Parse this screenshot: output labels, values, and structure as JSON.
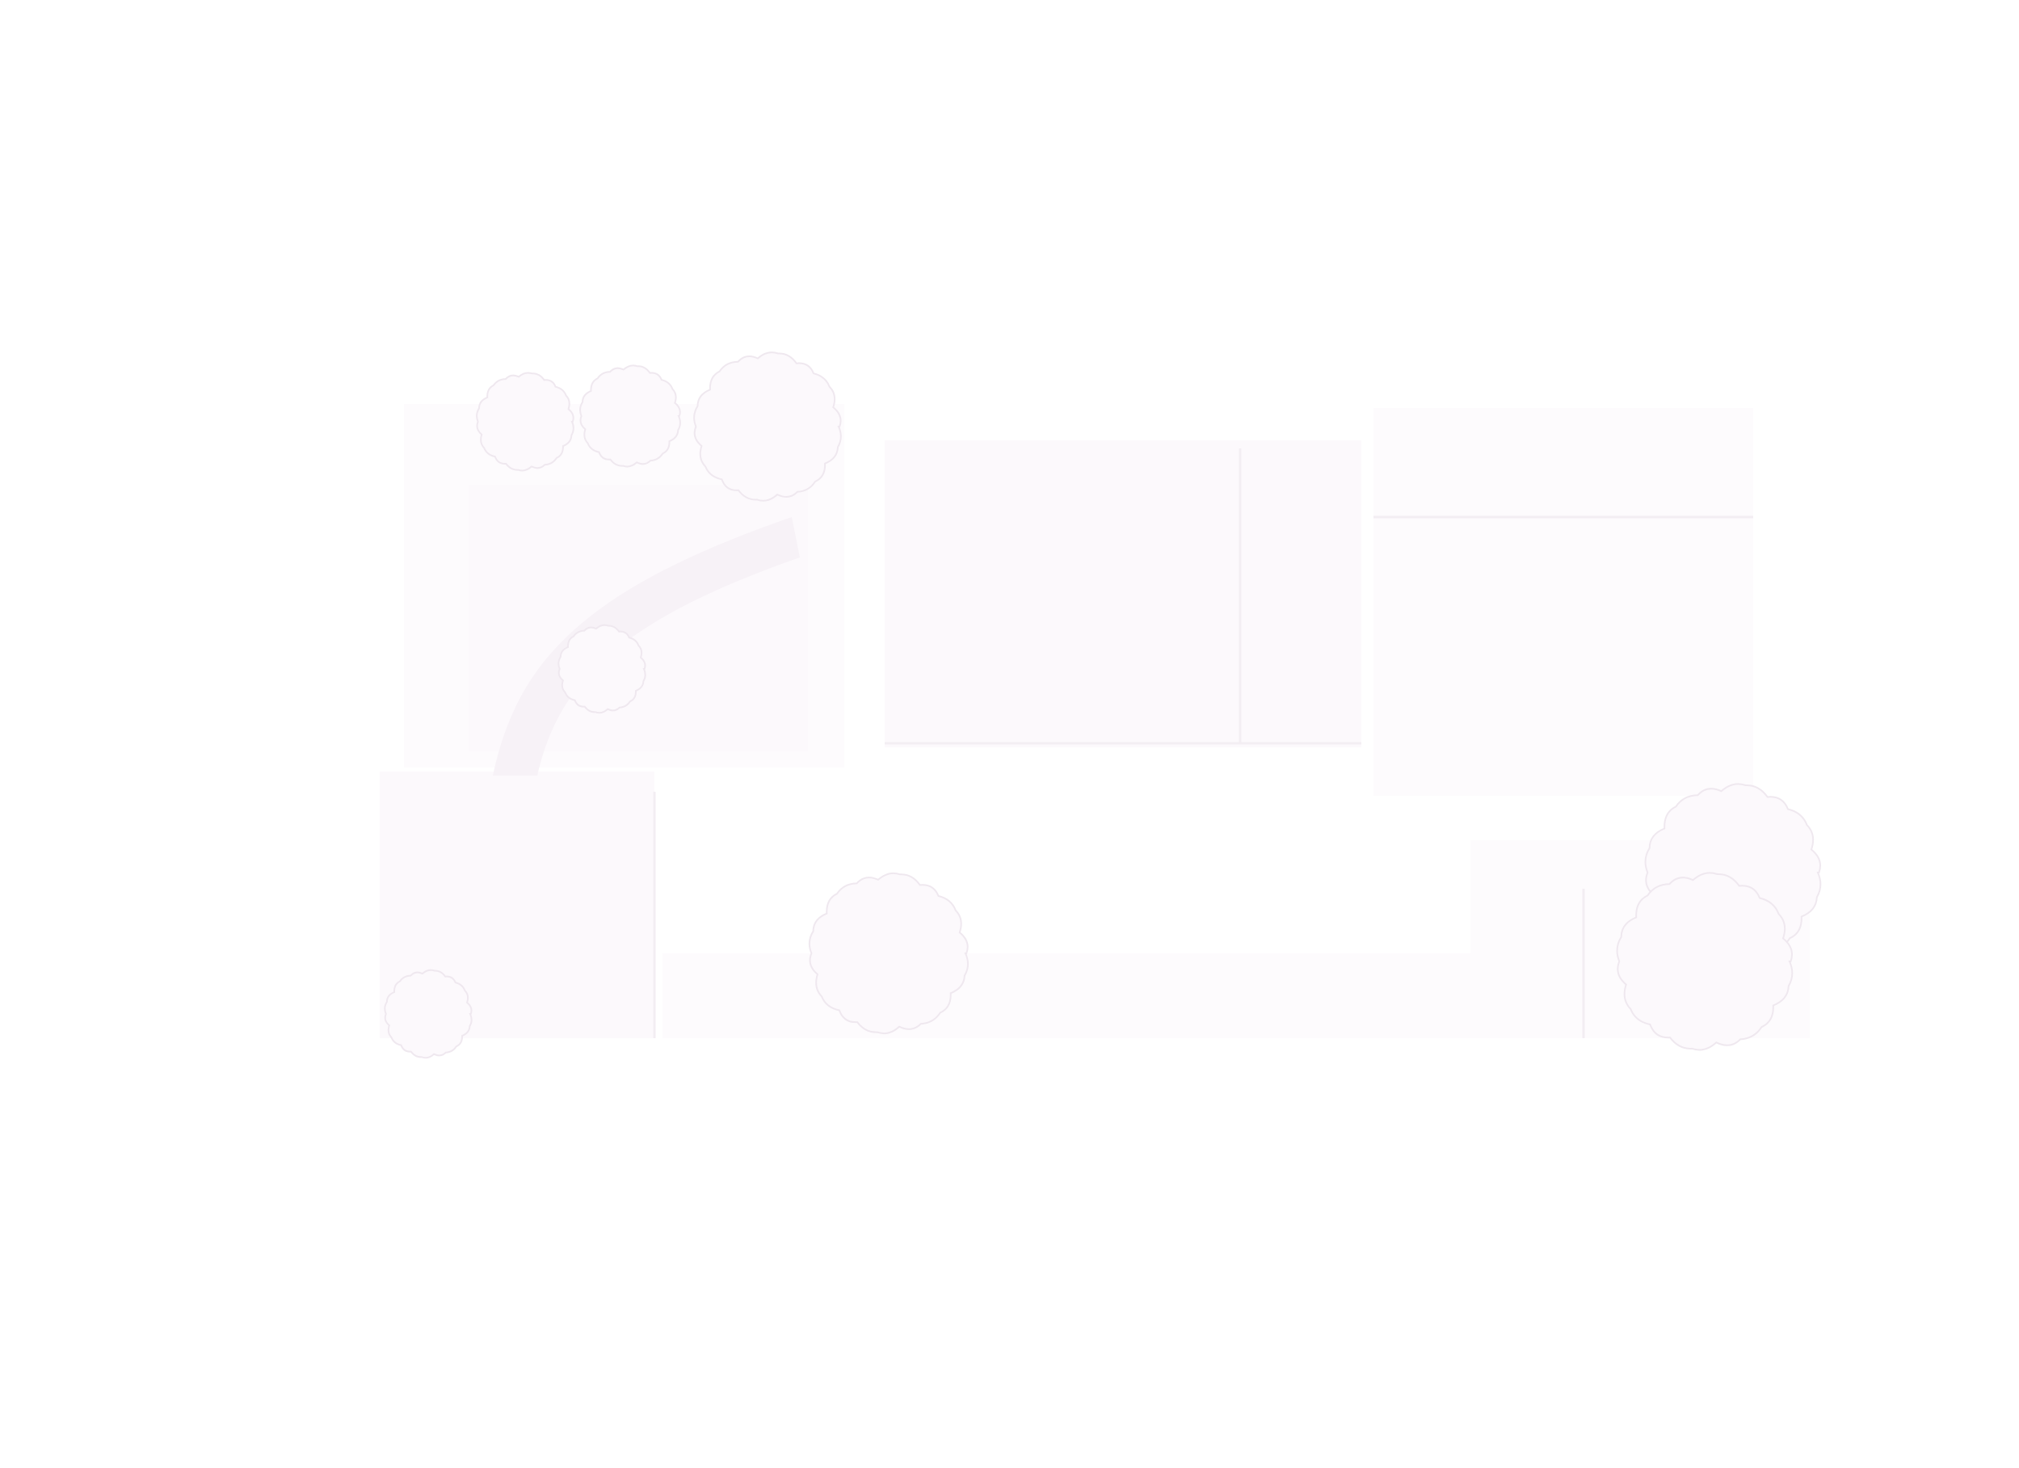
{
  "plan": {
    "colors": {
      "background": "#ffffff",
      "block_fill": "#fdfbfd",
      "block_fill_alt": "#fcf9fc",
      "path_fill": "#f7f2f7",
      "tree_fill": "#fcf9fc",
      "tree_stroke": "#efe8ef",
      "line": "#f3eef3"
    },
    "blocks": [
      "west-building",
      "central-hall",
      "east-building",
      "lower-west-block",
      "south-terrace",
      "courtyard",
      "east-wing-lower"
    ],
    "trees": [
      "tree-north-1",
      "tree-north-2",
      "tree-north-3",
      "tree-courtyard",
      "tree-south-west",
      "tree-south-center",
      "tree-east-1",
      "tree-east-2"
    ],
    "paths": [
      "diagonal-path"
    ]
  }
}
